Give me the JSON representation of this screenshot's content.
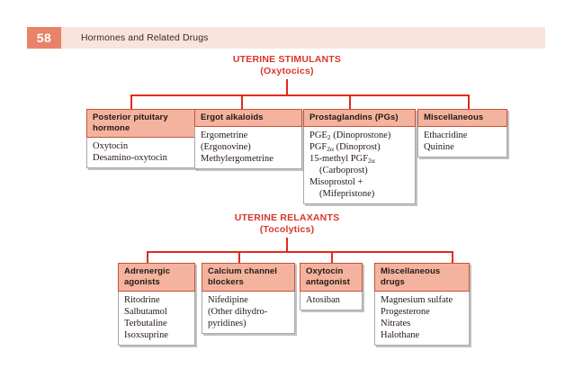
{
  "header": {
    "page_number": "58",
    "title": "Hormones and Related Drugs",
    "badge_color": "#e8836a",
    "bar_color": "#fae3da"
  },
  "theme": {
    "connector_color": "#e02b1d",
    "title_color": "#d8352a",
    "box_header_fill": "#f4b39e",
    "box_header_border": "#c8523a",
    "box_border": "#a8a8a8"
  },
  "sections": [
    {
      "title": "UTERINE STIMULANTS",
      "subtitle": "(Oxytocics)",
      "nodes": [
        {
          "header_line1": "Posterior pituitary",
          "header_line2": "hormone",
          "items": [
            "Oxytocin",
            "Desamino-oxytocin"
          ]
        },
        {
          "header_line1": "Ergot alkaloids",
          "header_line2": "",
          "items": [
            "Ergometrine",
            "(Ergonovine)",
            "Methylergometrine"
          ]
        },
        {
          "header_line1": "Prostaglandins (PGs)",
          "header_line2": "",
          "items": [
            "PGE2 (Dinoprostone)",
            "PGF2α (Dinoprost)",
            "15-methyl PGF2α",
            "(Carboprost)",
            "Misoprostol +",
            "(Mifepristone)"
          ]
        },
        {
          "header_line1": "Miscellaneous",
          "header_line2": "",
          "items": [
            "Ethacridine",
            "Quinine"
          ]
        }
      ]
    },
    {
      "title": "UTERINE RELAXANTS",
      "subtitle": "(Tocolytics)",
      "nodes": [
        {
          "header_line1": "Adrenergic",
          "header_line2": "agonists",
          "items": [
            "Ritodrine",
            "Salbutamol",
            "Terbutaline",
            "Isoxsuprine"
          ]
        },
        {
          "header_line1": "Calcium channel",
          "header_line2": "blockers",
          "items": [
            "Nifedipine",
            "(Other dihydro-",
            "pyridines)"
          ]
        },
        {
          "header_line1": "Oxytocin",
          "header_line2": "antagonist",
          "items": [
            "Atosiban"
          ]
        },
        {
          "header_line1": "Miscellaneous",
          "header_line2": "drugs",
          "items": [
            "Magnesium sulfate",
            "Progesterone",
            "Nitrates",
            "Halothane"
          ]
        }
      ]
    }
  ]
}
